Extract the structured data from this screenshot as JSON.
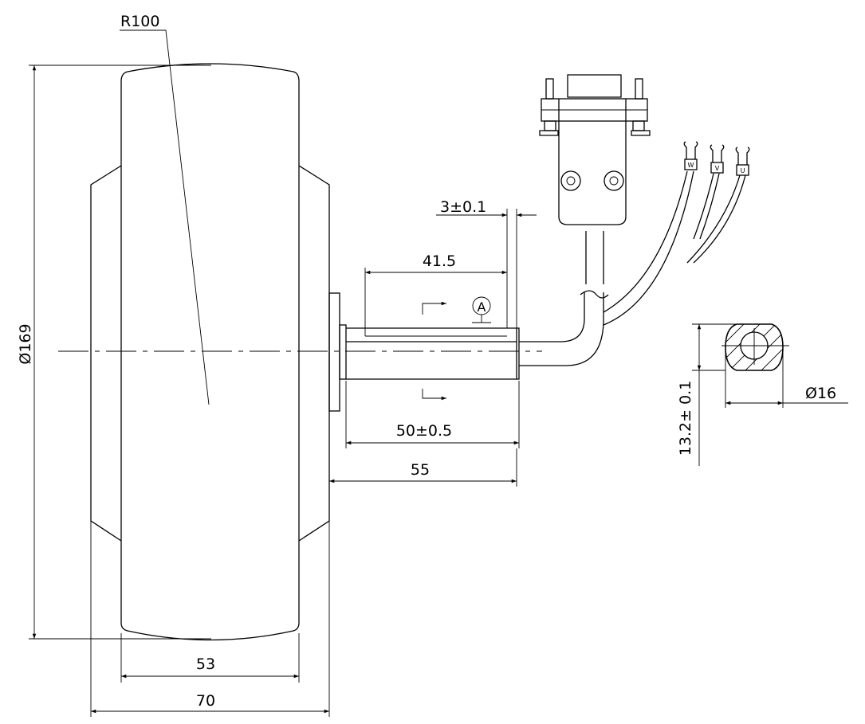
{
  "dimensions": {
    "radius": "R100",
    "diameter_wheel": "Ø169",
    "tread_width": "53",
    "overall_width": "70",
    "shaft_offset": "3±0.1",
    "flat_length": "41.5",
    "shaft_length": "50±0.5",
    "axle_length": "55",
    "flat_height": "13.2± 0.1",
    "shaft_diameter": "Ø16"
  },
  "datum_label": "A",
  "terminals": [
    "W",
    "V",
    "U"
  ]
}
